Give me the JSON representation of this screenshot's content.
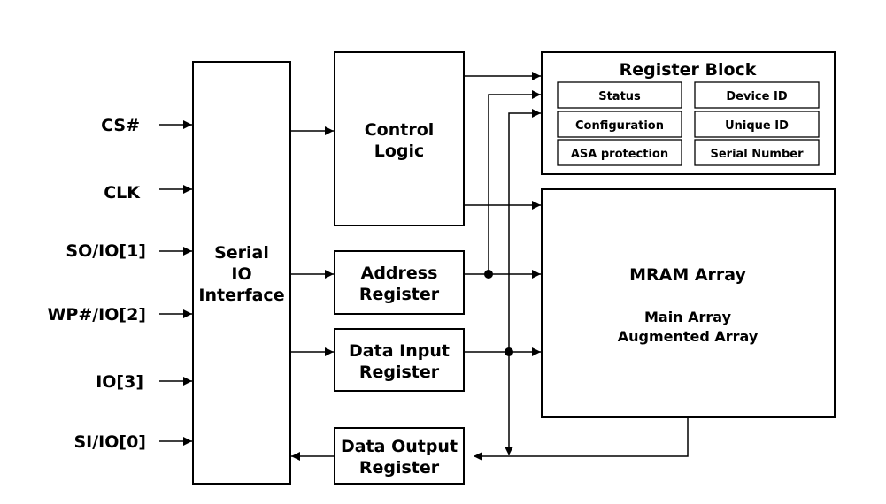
{
  "pins": {
    "cs": "CS#",
    "clk": "CLK",
    "so": "SO/IO[1]",
    "wp": "WP#/IO[2]",
    "io3": "IO[3]",
    "si": "SI/IO[0]"
  },
  "serial_io": {
    "line1": "Serial",
    "line2": "IO",
    "line3": "Interface"
  },
  "control_logic": {
    "line1": "Control",
    "line2": "Logic"
  },
  "address_register": {
    "line1": "Address",
    "line2": "Register"
  },
  "data_input_register": {
    "line1": "Data Input",
    "line2": "Register"
  },
  "data_output_register": {
    "line1": "Data Output",
    "line2": "Register"
  },
  "register_block": {
    "title": "Register Block",
    "status": "Status",
    "device_id": "Device ID",
    "configuration": "Configuration",
    "unique_id": "Unique ID",
    "asa_protection": "ASA protection",
    "serial_number": "Serial Number"
  },
  "mram_array": {
    "title": "MRAM Array",
    "line1": "Main Array",
    "line2": "Augmented Array"
  }
}
